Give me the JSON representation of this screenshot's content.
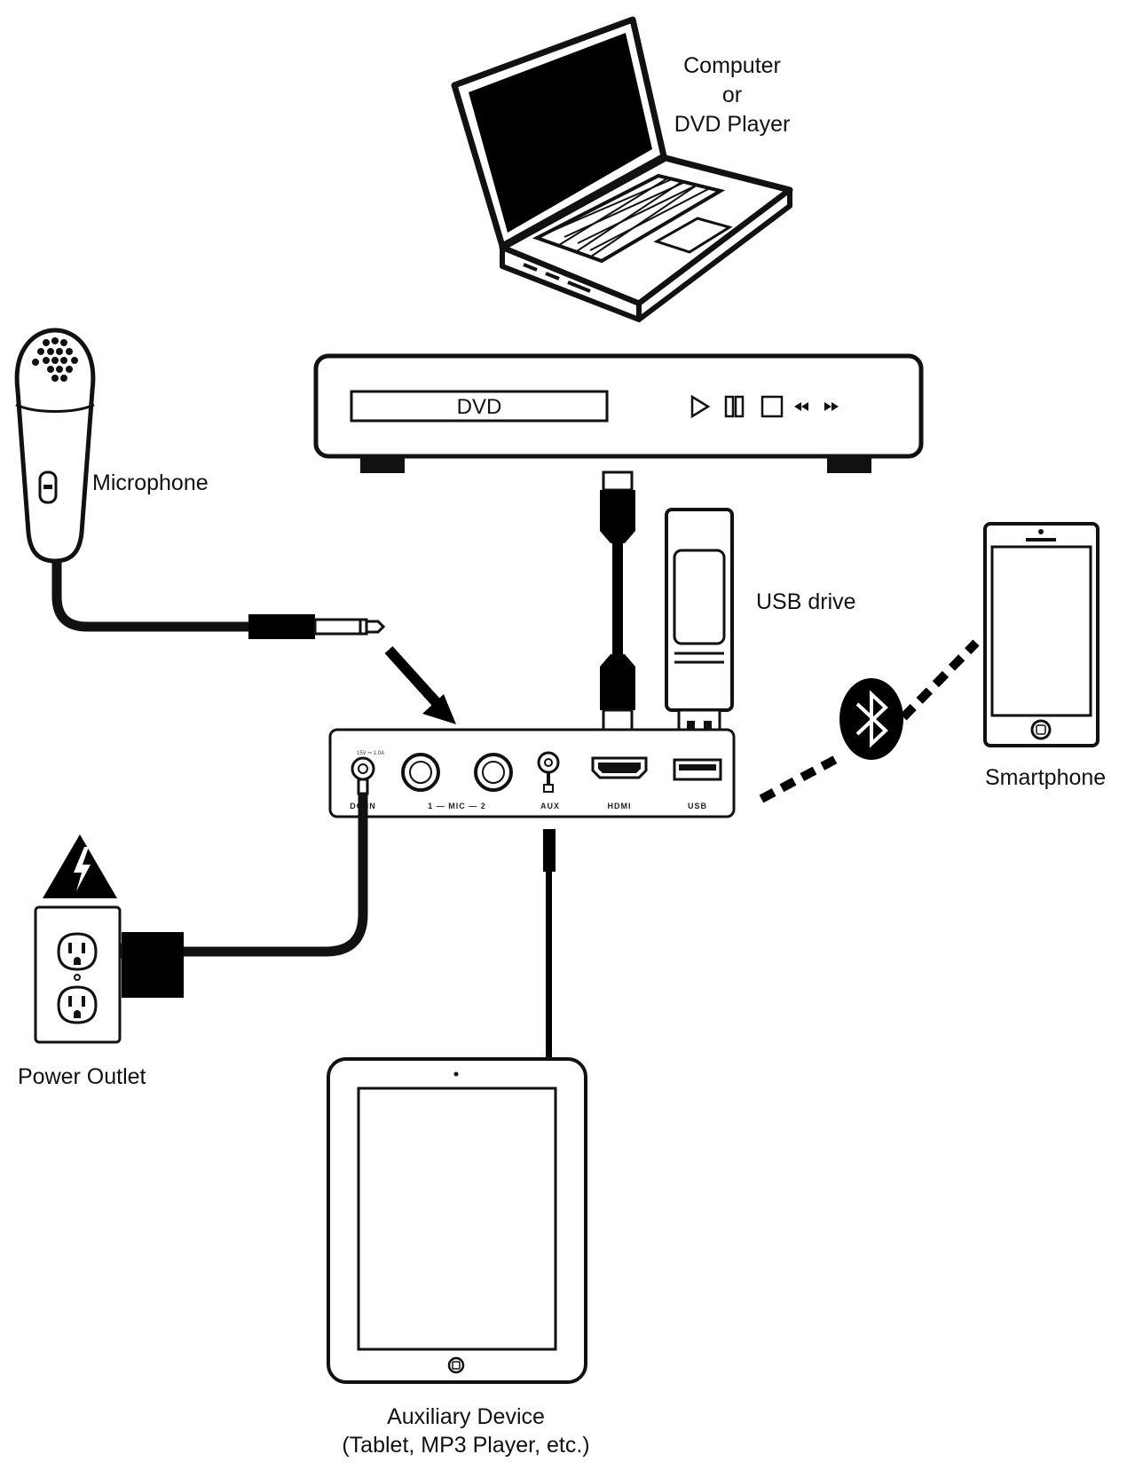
{
  "labels": {
    "computer": "Computer\nor\nDVD Player",
    "microphone": "Microphone",
    "usb_drive": "USB drive",
    "smartphone": "Smartphone",
    "power_outlet": "Power Outlet",
    "auxiliary_device": "Auxiliary Device\n(Tablet, MP3 Player, etc.)"
  },
  "dvd_player": {
    "display_text": "DVD"
  },
  "unit_panel": {
    "power_rating": "15V ⎓ 1.0A",
    "ports": {
      "dc_in": "DC IN",
      "mic": "1 — MIC — 2",
      "aux": "AUX",
      "hdmi": "HDMI",
      "usb": "USB"
    }
  },
  "icons": [
    "laptop-icon",
    "dvd-player-icon",
    "microphone-icon",
    "usb-drive-icon",
    "smartphone-icon",
    "bluetooth-icon",
    "power-outlet-icon",
    "warning-icon",
    "tablet-icon",
    "arrow-icon"
  ]
}
